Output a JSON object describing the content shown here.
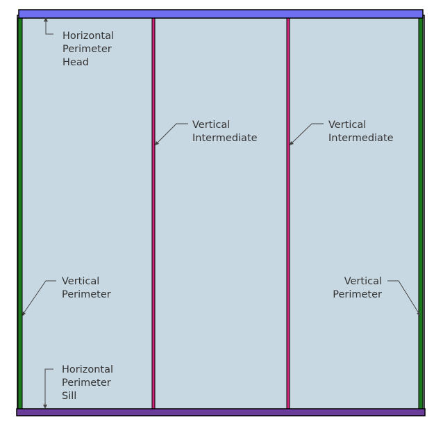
{
  "labels": {
    "head": "Horizontal\nPerimeter\nHead",
    "vint_left": "Vertical\nIntermediate",
    "vint_right": "Vertical\nIntermediate",
    "vperim_left": "Vertical\nPerimeter",
    "vperim_right": "Vertical\nPerimeter",
    "sill": "Horizontal\nPerimeter\nSill"
  },
  "colors": {
    "glass": "#c8d8e2",
    "head_rail": "#6f6ff2",
    "sill_rail": "#6a3d9a",
    "perimeter_jamb": "#1f7a1f",
    "intermediate_mullion": "#d1267a",
    "outline": "#000000",
    "leader": "#444444"
  }
}
